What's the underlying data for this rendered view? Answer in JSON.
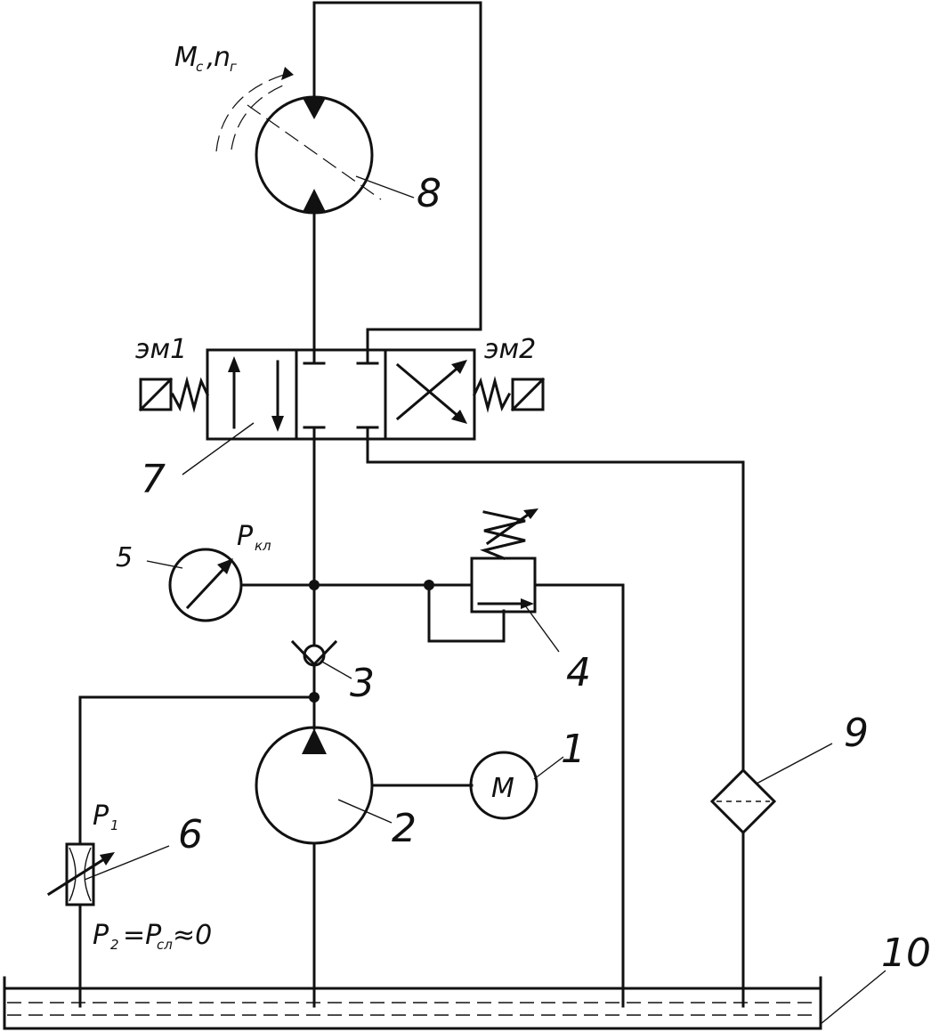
{
  "labels": {
    "motor_label": "М",
    "hydromotor_torque": "М",
    "hydromotor_torque_sub": "с",
    "hydromotor_speed": "n",
    "hydromotor_speed_sub": "г",
    "em1": "эм1",
    "em2": "эм2",
    "relief_pressure": "Р",
    "relief_pressure_sub": "кл",
    "throttle_p1": "Р",
    "throttle_p1_sub": "1",
    "p2_text_a": "Р",
    "p2_text_a_sub": "2",
    "p2_text_b": "=Р",
    "p2_text_b_sub": "сл",
    "p2_text_c": "≈0"
  },
  "callouts": {
    "n1": "1",
    "n2": "2",
    "n3": "3",
    "n4": "4",
    "n5": "5",
    "n6": "6",
    "n7": "7",
    "n8": "8",
    "n9": "9",
    "n10": "10"
  },
  "colors": {
    "line": "#111111",
    "background": "#ffffff"
  }
}
